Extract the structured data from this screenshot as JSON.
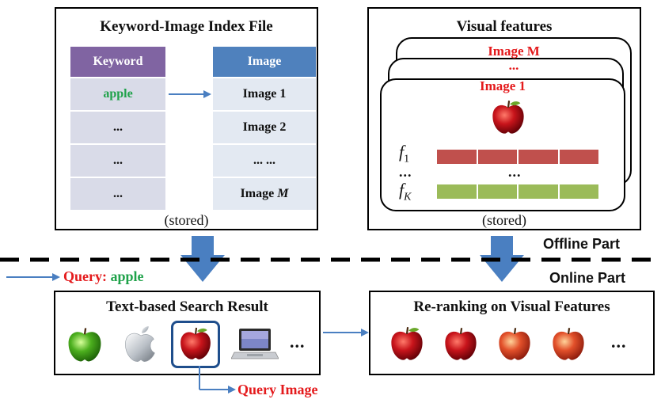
{
  "index_panel": {
    "title": "Keyword-Image Index File",
    "keyword_header": "Keyword",
    "image_header": "Image",
    "keywords": [
      "apple",
      "...",
      "...",
      "..."
    ],
    "images": [
      "Image 1",
      "Image 2",
      "... ...",
      "Image M"
    ],
    "stored_label": "(stored)"
  },
  "visual_panel": {
    "title": "Visual features",
    "card_back_label": "Image M",
    "card_dots": "...",
    "card_front_label": "Image 1",
    "feature_first": "f1",
    "feature_first_base": "f",
    "feature_first_sub": "1",
    "feature_dots": "...",
    "feature_last": "fK",
    "feature_last_base": "f",
    "feature_last_sub": "K",
    "stored_label": "(stored)",
    "colors": {
      "f1_bar": "#c0504d",
      "fK_bar": "#9bbb59"
    }
  },
  "divider": {
    "offline_label": "Offline Part",
    "online_label": "Online Part"
  },
  "query": {
    "prefix": "Query: ",
    "term": "apple"
  },
  "text_search": {
    "title": "Text-based Search Result",
    "ellipsis": "...",
    "query_image_label": "Query Image"
  },
  "rerank": {
    "title": "Re-ranking on Visual Features",
    "ellipsis": "..."
  },
  "colors": {
    "arrow": "#4a7fc1",
    "highlight": "#e41a1c",
    "keyword": "#1fa24a",
    "border": "#000000"
  }
}
